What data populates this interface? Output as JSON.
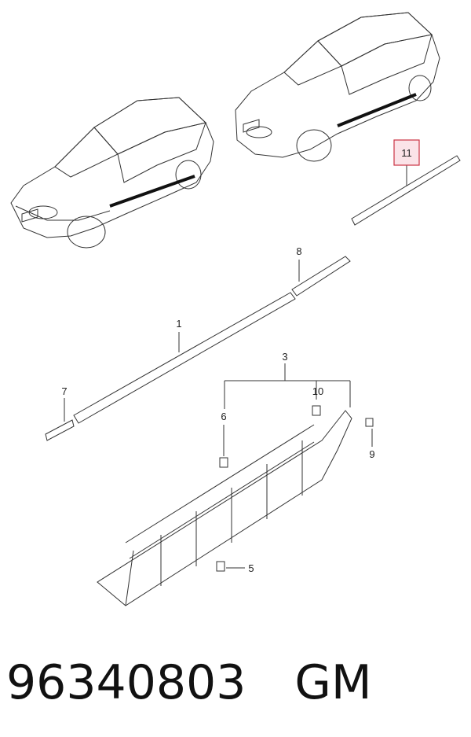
{
  "callouts": {
    "c1": "1",
    "c3": "3",
    "c5": "5",
    "c6": "6",
    "c7": "7",
    "c8": "8",
    "c9": "9",
    "c10": "10",
    "c11": "11"
  },
  "highlight_color": "#cc3344",
  "highlight_fill": "#fbe3e8",
  "caption": {
    "part_number": "96340803",
    "brand": "GM"
  }
}
